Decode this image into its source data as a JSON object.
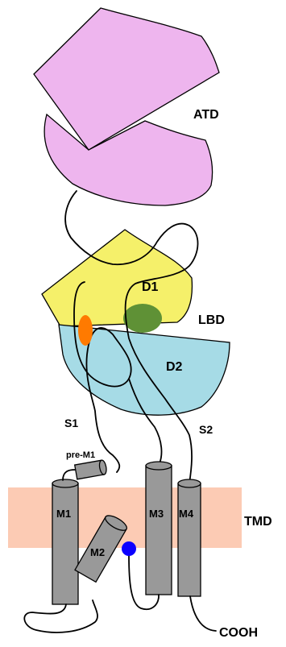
{
  "labels": {
    "atd": "ATD",
    "d1": "D1",
    "lbd": "LBD",
    "d2": "D2",
    "s1": "S1",
    "s2": "S2",
    "pre_m1": "pre-M1",
    "m1": "M1",
    "m2": "M2",
    "m3": "M3",
    "m4": "M4",
    "tmd": "TMD",
    "cooh": "COOH"
  },
  "colors": {
    "atd": "#eeb5ee",
    "d1": "#f5f06a",
    "d2": "#a6dbe6",
    "membrane": "#fccbb4",
    "helix": "#999999",
    "ligand": "#5f9136",
    "orange_site": "#ff7a00",
    "blue_site": "#0b00ff"
  },
  "icons": {
    "ligand": "green-ligand-ellipse",
    "orange_site": "orange-oval-marker",
    "blue_site": "blue-dot-marker"
  }
}
